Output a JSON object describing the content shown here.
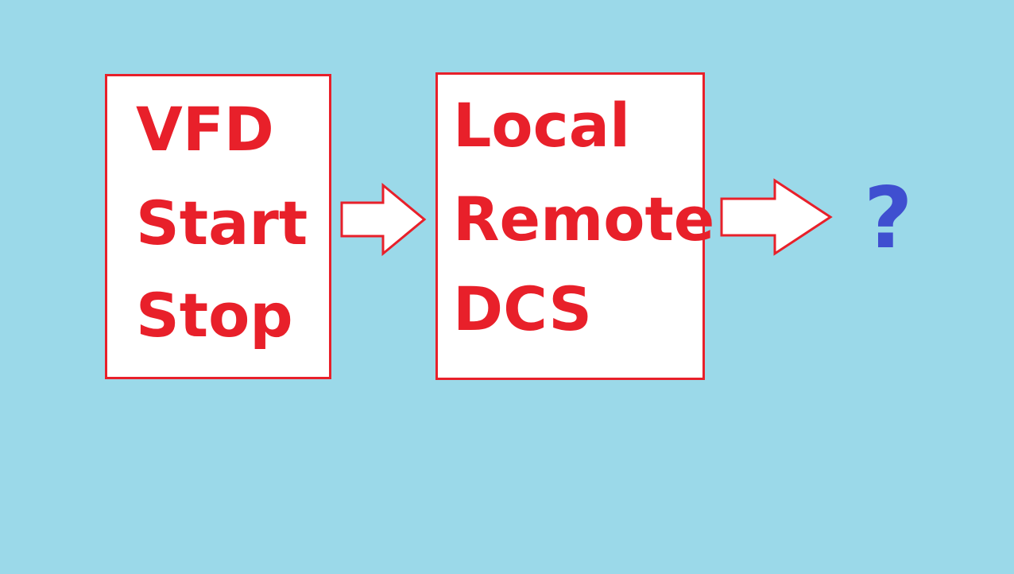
{
  "diagram": {
    "left_box": {
      "lines": [
        "VFD",
        "Start",
        "Stop"
      ]
    },
    "middle_box": {
      "lines": [
        "Local",
        "Remote",
        "DCS"
      ]
    },
    "result": {
      "symbol": "?"
    },
    "colors": {
      "background": "#9bd9e9",
      "box_fill": "#ffffff",
      "box_border": "#e8202a",
      "box_text": "#e8202a",
      "arrow_stroke": "#e8202a",
      "arrow_fill": "#ffffff",
      "question_mark": "#3f4fd0"
    }
  }
}
